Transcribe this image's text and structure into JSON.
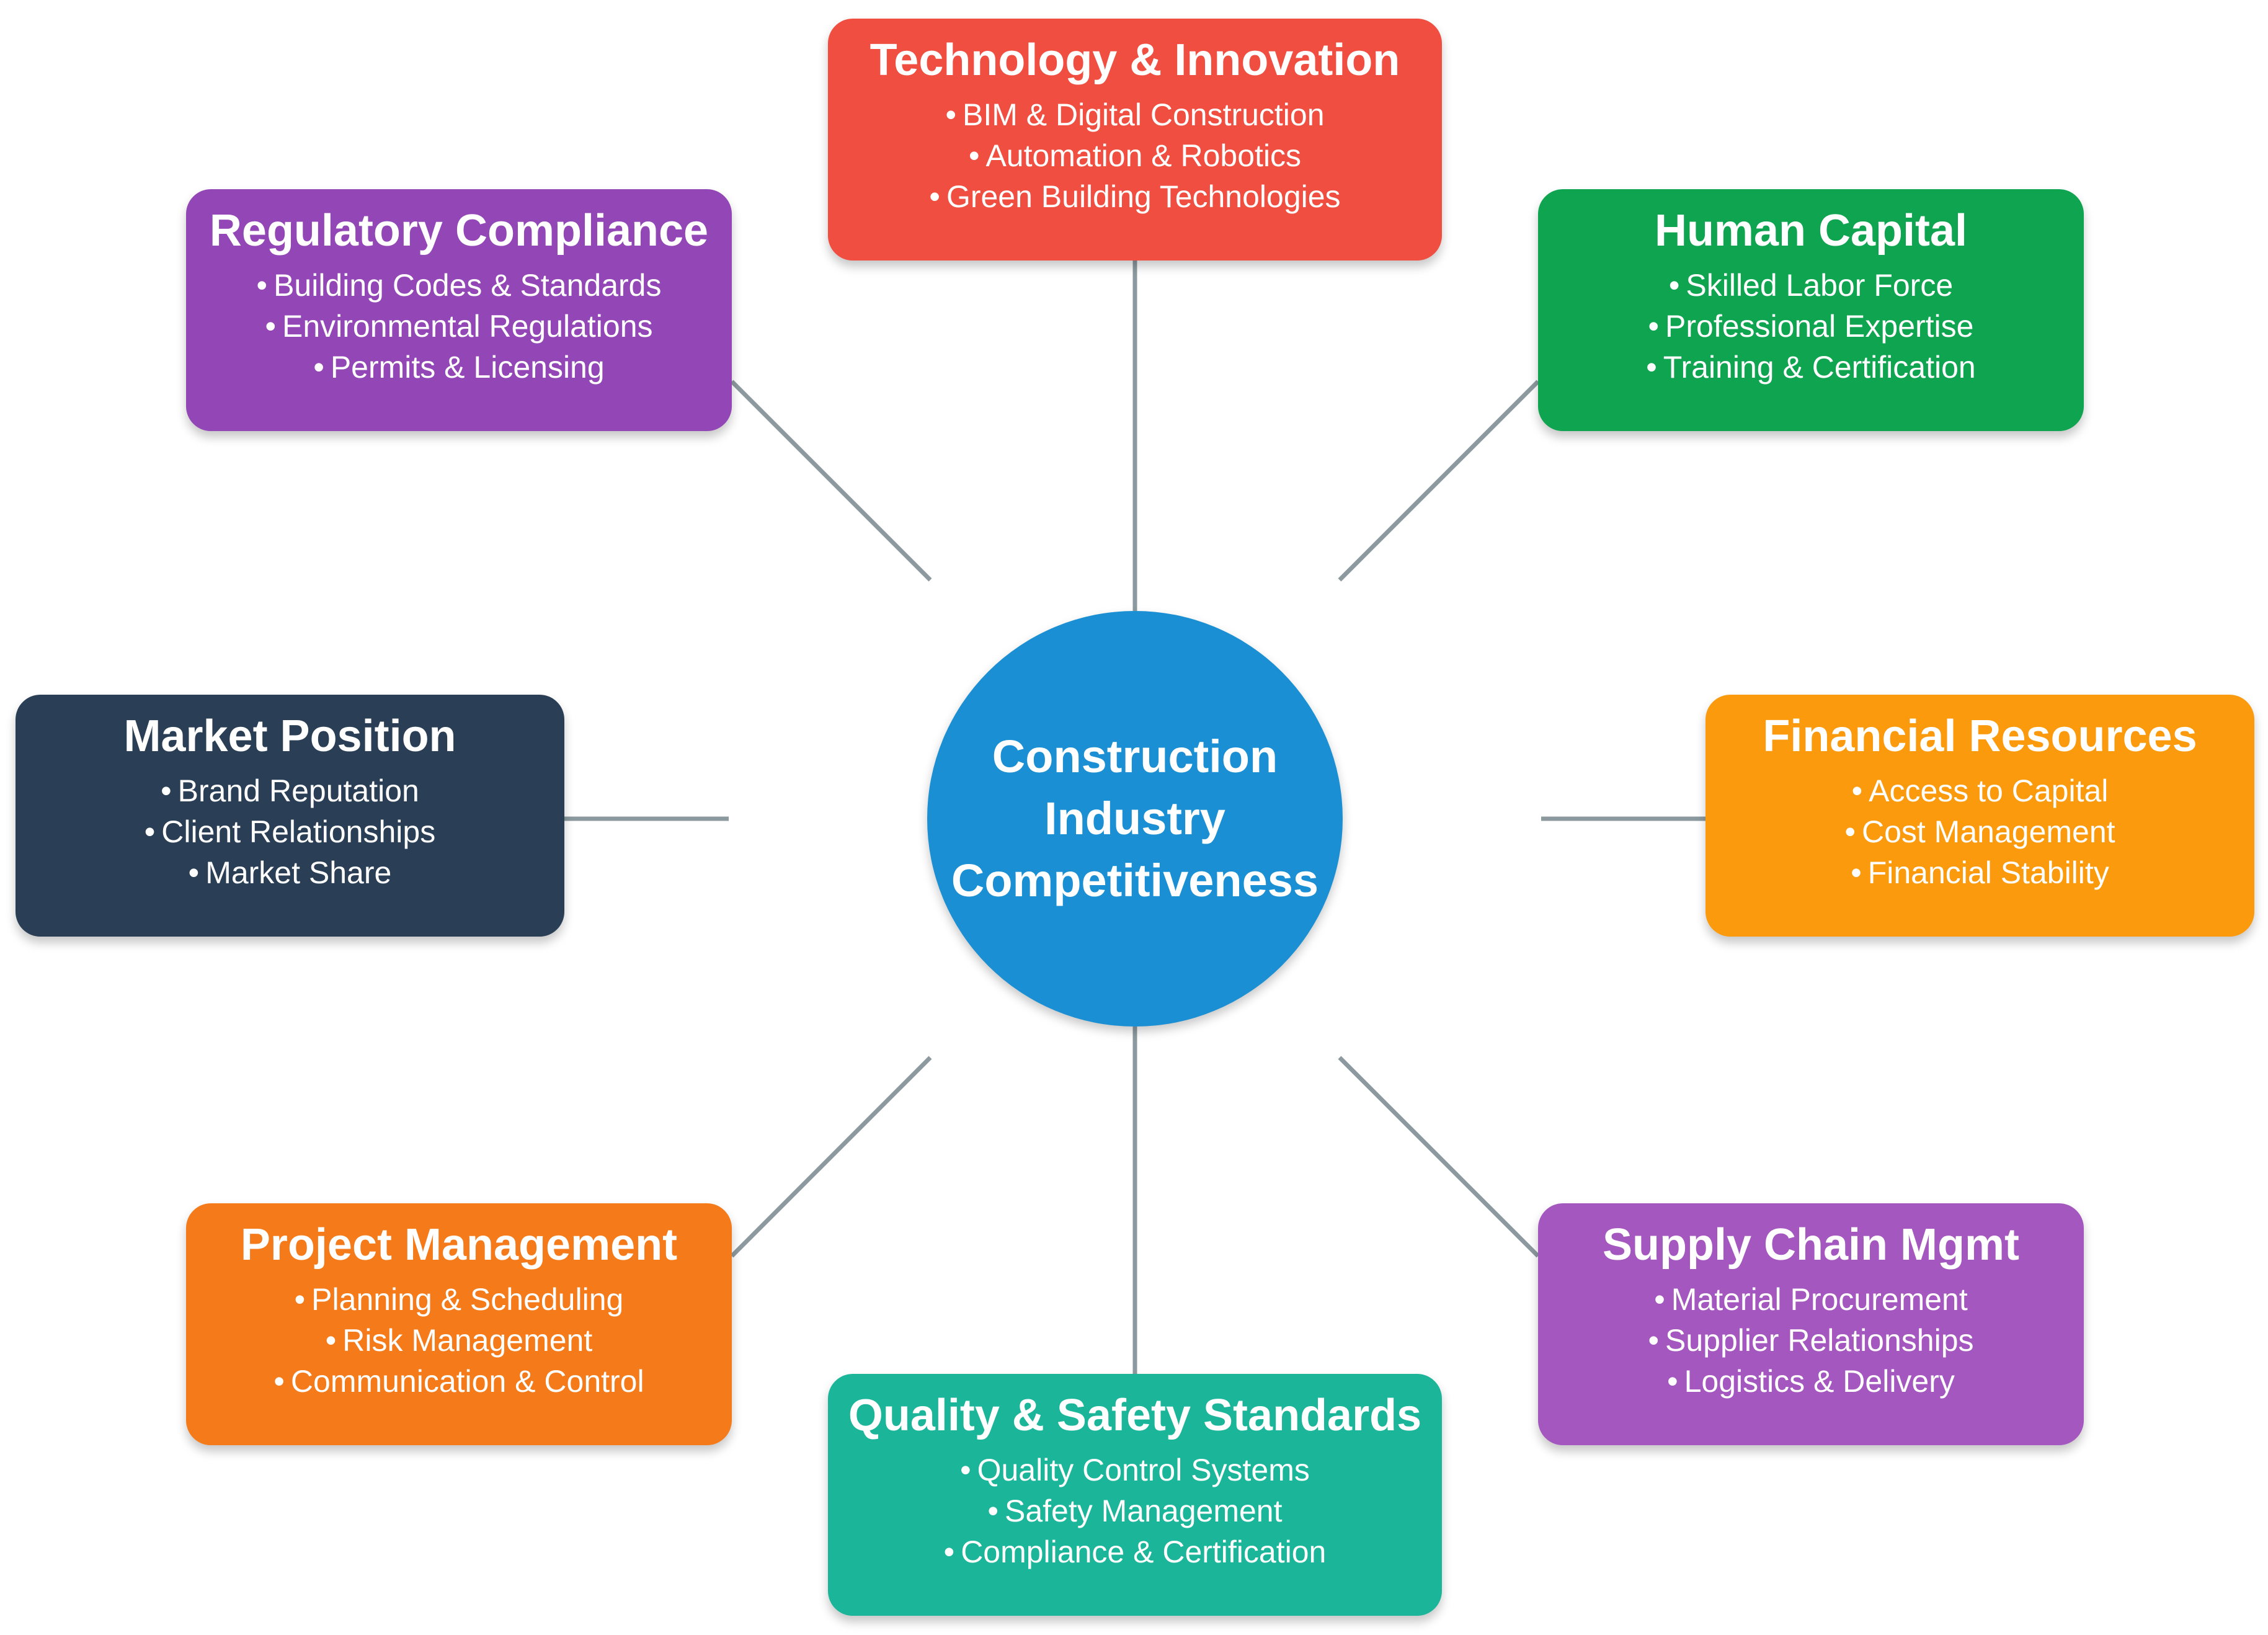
{
  "hub": {
    "title": "Construction\nIndustry\nCompetitiveness",
    "color": "#1b8fd4"
  },
  "nodes": {
    "technology": {
      "title": "Technology & Innovation",
      "color": "#f04e40",
      "items": [
        "BIM & Digital Construction",
        "Automation & Robotics",
        "Green Building Technologies"
      ]
    },
    "regulatory": {
      "title": "Regulatory Compliance",
      "color": "#9346b5",
      "items": [
        "Building Codes & Standards",
        "Environmental Regulations",
        "Permits & Licensing"
      ]
    },
    "human": {
      "title": "Human Capital",
      "color": "#0fa450",
      "items": [
        "Skilled Labor Force",
        "Professional Expertise",
        "Training & Certification"
      ]
    },
    "market": {
      "title": "Market Position",
      "color": "#2a3f55",
      "items": [
        "Brand Reputation",
        "Client Relationships",
        "Market Share"
      ]
    },
    "financial": {
      "title": "Financial Resources",
      "color": "#fb9a0c",
      "items": [
        "Access to Capital",
        "Cost Management",
        "Financial Stability"
      ]
    },
    "project": {
      "title": "Project Management",
      "color": "#f47a1a",
      "items": [
        "Planning & Scheduling",
        "Risk Management",
        "Communication & Control"
      ]
    },
    "supply": {
      "title": "Supply Chain Mgmt",
      "color": "#a457bf",
      "items": [
        "Material Procurement",
        "Supplier Relationships",
        "Logistics & Delivery"
      ]
    },
    "quality": {
      "title": "Quality & Safety Standards",
      "color": "#1bb59a",
      "items": [
        "Quality Control Systems",
        "Safety Management",
        "Compliance & Certification"
      ]
    }
  },
  "bullet": "•",
  "connector_color": "#8c9a9f"
}
